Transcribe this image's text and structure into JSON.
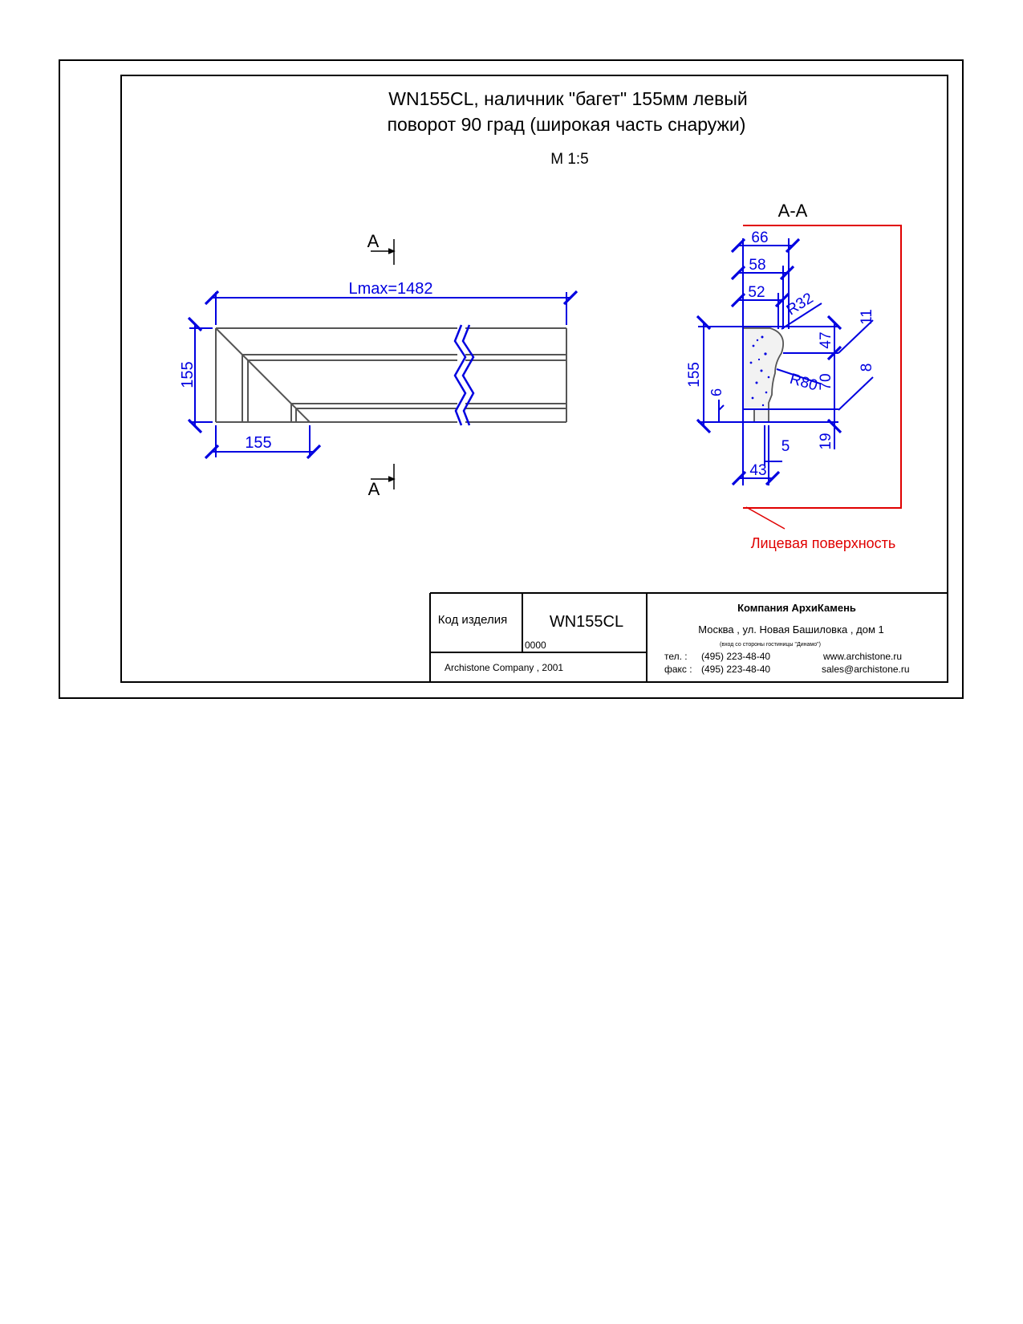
{
  "title": {
    "line1": "WN155CL, наличник \"багет\" 155мм левый",
    "line2": "поворот 90 град (широкая часть снаружи)",
    "scale": "М 1:5"
  },
  "section_labels": {
    "marker_top": "А",
    "marker_bottom": "А",
    "section_title": "А-А"
  },
  "front_view": {
    "length_dim": "Lmax=1482",
    "height_dim": "155",
    "corner_width_dim": "155"
  },
  "section_view": {
    "dims": {
      "d66": "66",
      "d58": "58",
      "d52": "52",
      "r32": "R32",
      "d11": "11",
      "d47": "47",
      "d8": "8",
      "r80": "R80",
      "d70": "70",
      "d155": "155",
      "d6": "6",
      "d5": "5",
      "d19": "19",
      "d43": "43"
    },
    "face_label": "Лицевая поверхность"
  },
  "title_block": {
    "code_label": "Код изделия",
    "code_value": "WN155CL",
    "code_number": "0000",
    "copyright": "Archistone  Company ,  2001",
    "company": "Компания  АрхиКамень",
    "address": "Москва , ул. Новая Башиловка , дом 1",
    "address_note": "(вход со стороны гостиницы \"Динамо\")",
    "tel_label": "тел.   :",
    "tel_value": "(495) 223-48-40",
    "fax_label": "факс :",
    "fax_value": "(495) 223-48-40",
    "website": "www.archistone.ru",
    "email": "sales@archistone.ru"
  },
  "colors": {
    "dimension": "#0000e0",
    "face_marker": "#e00000",
    "outline": "#000000",
    "part": "#555555"
  }
}
